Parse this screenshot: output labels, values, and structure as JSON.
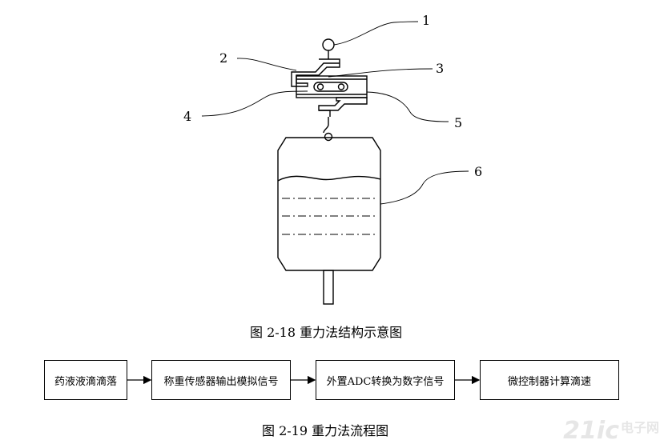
{
  "diagram": {
    "labels": [
      "1",
      "2",
      "3",
      "4",
      "5",
      "6"
    ],
    "caption_structure": "图 2-18  重力法结构示意图"
  },
  "flow": {
    "steps": [
      "药液液滴滴落",
      "称重传感器输出模拟信号",
      "外置ADC转换为数字信号",
      "微控制器计算滴速"
    ],
    "caption": "图 2-19  重力法流程图"
  },
  "watermark": {
    "text": "21ic",
    "subtext": "电子网"
  }
}
